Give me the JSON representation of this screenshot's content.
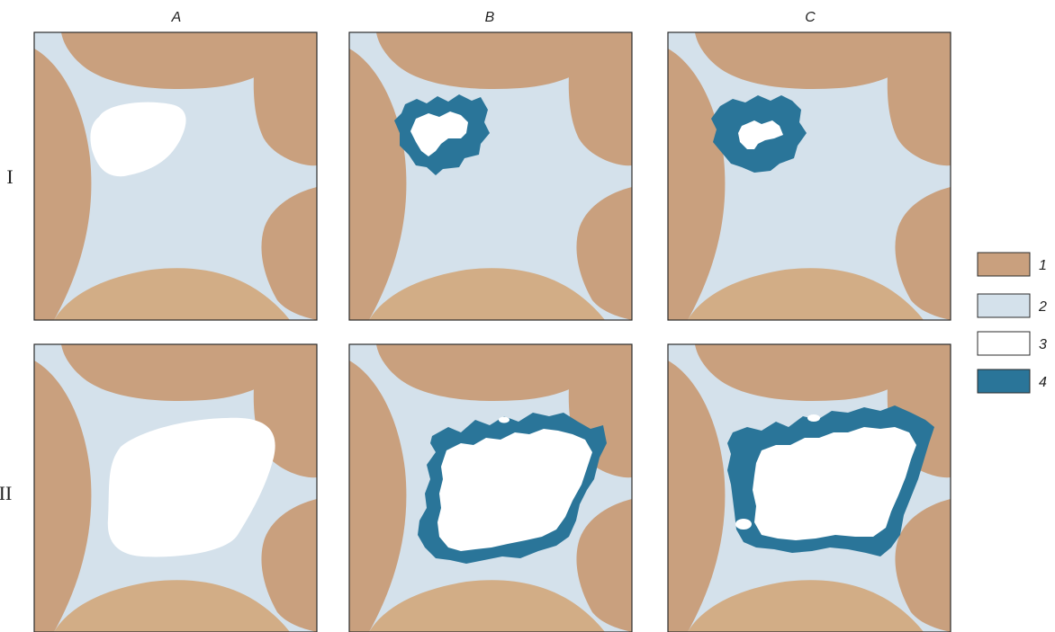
{
  "columns": [
    "A",
    "B",
    "C"
  ],
  "rows": [
    "I",
    "II"
  ],
  "legend": [
    {
      "label": "1",
      "color": "#c9a07e"
    },
    {
      "label": "2",
      "color": "#d4e1eb"
    },
    {
      "label": "3",
      "color": "#ffffff"
    },
    {
      "label": "4",
      "color": "#2a7599"
    }
  ],
  "colors": {
    "grain": "#c9a07e",
    "grain_light": "#d2ad86",
    "pore_fluid": "#d4e1eb",
    "void": "#ffffff",
    "deposit": "#2a7599",
    "frame": "#2b2b2b"
  }
}
